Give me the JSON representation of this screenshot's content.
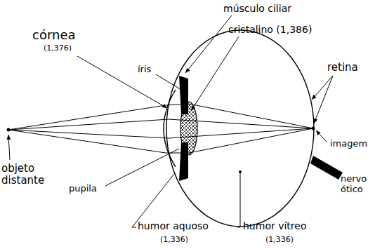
{
  "diagram": {
    "labels": [
      "córnea",
      "(1,376)",
      "músculo ciliar",
      "cristalino (1,386)",
      "íris",
      "retina",
      "imagem",
      "objeto distante",
      "pupila",
      "nervo ótico",
      "humor aquoso",
      "(1,336)",
      "humor vítreo",
      "(1,336)"
    ]
  }
}
